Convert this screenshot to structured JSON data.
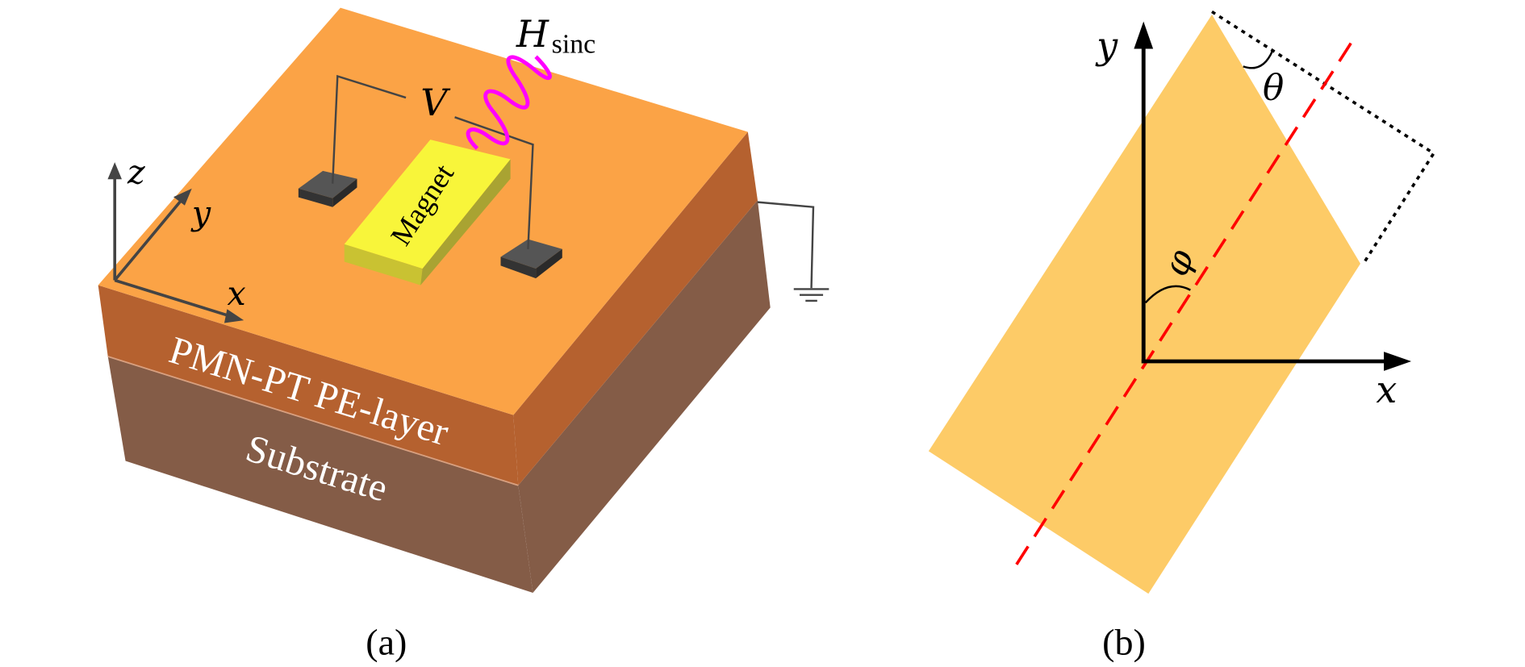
{
  "panel_a": {
    "caption": "(a)",
    "field_label": "H",
    "field_subscript": "sinc",
    "voltage_label": "V",
    "magnet_label": "Magnet",
    "pe_layer_label": "PMN-PT PE-layer",
    "substrate_label": "Substrate",
    "axes": {
      "x": "x",
      "y": "y",
      "z": "z"
    },
    "colors": {
      "top": "#FBA346",
      "pe_front": "#B5612F",
      "substrate": "#845C47",
      "magnet": "#F8F53A",
      "field": "#FF00FF"
    }
  },
  "panel_b": {
    "caption": "(b)",
    "axes": {
      "x": "x",
      "y": "y"
    },
    "theta_label": "θ",
    "phi_label": "φ",
    "colors": {
      "plate": "#FDCB67",
      "easy_axis": "#FF0000"
    }
  }
}
